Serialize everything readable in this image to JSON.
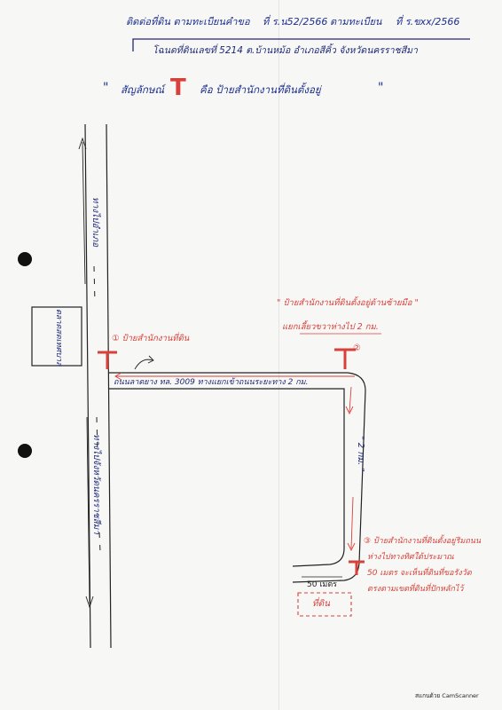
{
  "header": {
    "line1_left": "ติดต่อที่ดิน ตามทะเบียนคำขอ",
    "line1_num1": "ที่ ร.น52/2566",
    "line1_mid": "ตามทะเบียน",
    "line1_num2": "ที่ ร.ขxx/2566",
    "line2": "โฉนดที่ดินเลขที่ 5214 ต.บ้านหม้อ อำเภอสีคิ้ว จังหวัดนครราชสีมา",
    "line3_open": "\"",
    "line3_left": "สัญลักษณ์",
    "line3_symbol": "T",
    "line3_right": "คือ ป้ายสำนักงานที่ดินตั้งอยู่",
    "line3_close": "\""
  },
  "map": {
    "highway_north": "ทางไปอำเภอ",
    "highway_south": "ทางไปจังหวัดนครราชสีมา",
    "building": "ตลาดสดเทศบาล",
    "marker1": "①  ป้ายสำนักงานที่ดิน",
    "branch_road": "ถนนลาดยาง ทล. 3009 ทางแยกเข้าถนนระยะทาง 2 กม.",
    "note2_line1": "\" ป้ายสำนักงานที่ดินตั้งอยู่ด้านซ้ายมือ \"",
    "note2_line2": "แยกเลี้ยวขวาห่างไป 2 กม.",
    "marker2": "②",
    "distance_vertical": "\" 2 กม. \"",
    "note3_line1": "③ ป้ายสำนักงานที่ดินตั้งอยู่ริมถนน",
    "note3_line2": "ห่างไปทางทิศใต้ประมาณ",
    "note3_line3": "50 เมตร จะเห็นที่ดินที่ขอรังวัด",
    "note3_line4": "ตรงตามเขตที่ดินที่ปักหลักไว้",
    "dist50": "50 เมตร",
    "land_label": "ที่ดิน"
  },
  "footer": {
    "scanner": "สแกนด้วย CamScanner"
  }
}
